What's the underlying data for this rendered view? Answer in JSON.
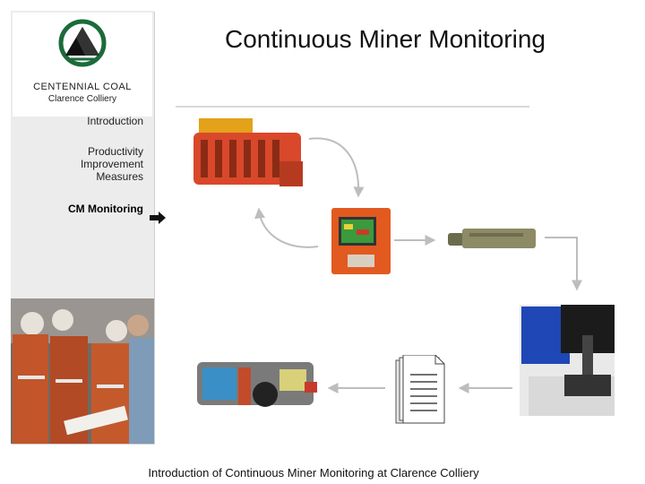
{
  "logo": {
    "company": "CENTENNIAL COAL",
    "site": "Clarence Colliery"
  },
  "nav": {
    "items": [
      {
        "label": "Introduction",
        "active": false
      },
      {
        "label": "Productivity Improvement Measures",
        "active": false
      },
      {
        "label": "CM Monitoring",
        "active": true
      }
    ],
    "arrow_icon": "right-arrow-icon"
  },
  "title": "Continuous Miner Monitoring",
  "footer": "Introduction of Continuous Miner Monitoring at Clarence Colliery",
  "colors": {
    "machine_orange": "#d9482a",
    "panel_gray": "#ececec",
    "arrow_gray": "#bdbdbd"
  }
}
